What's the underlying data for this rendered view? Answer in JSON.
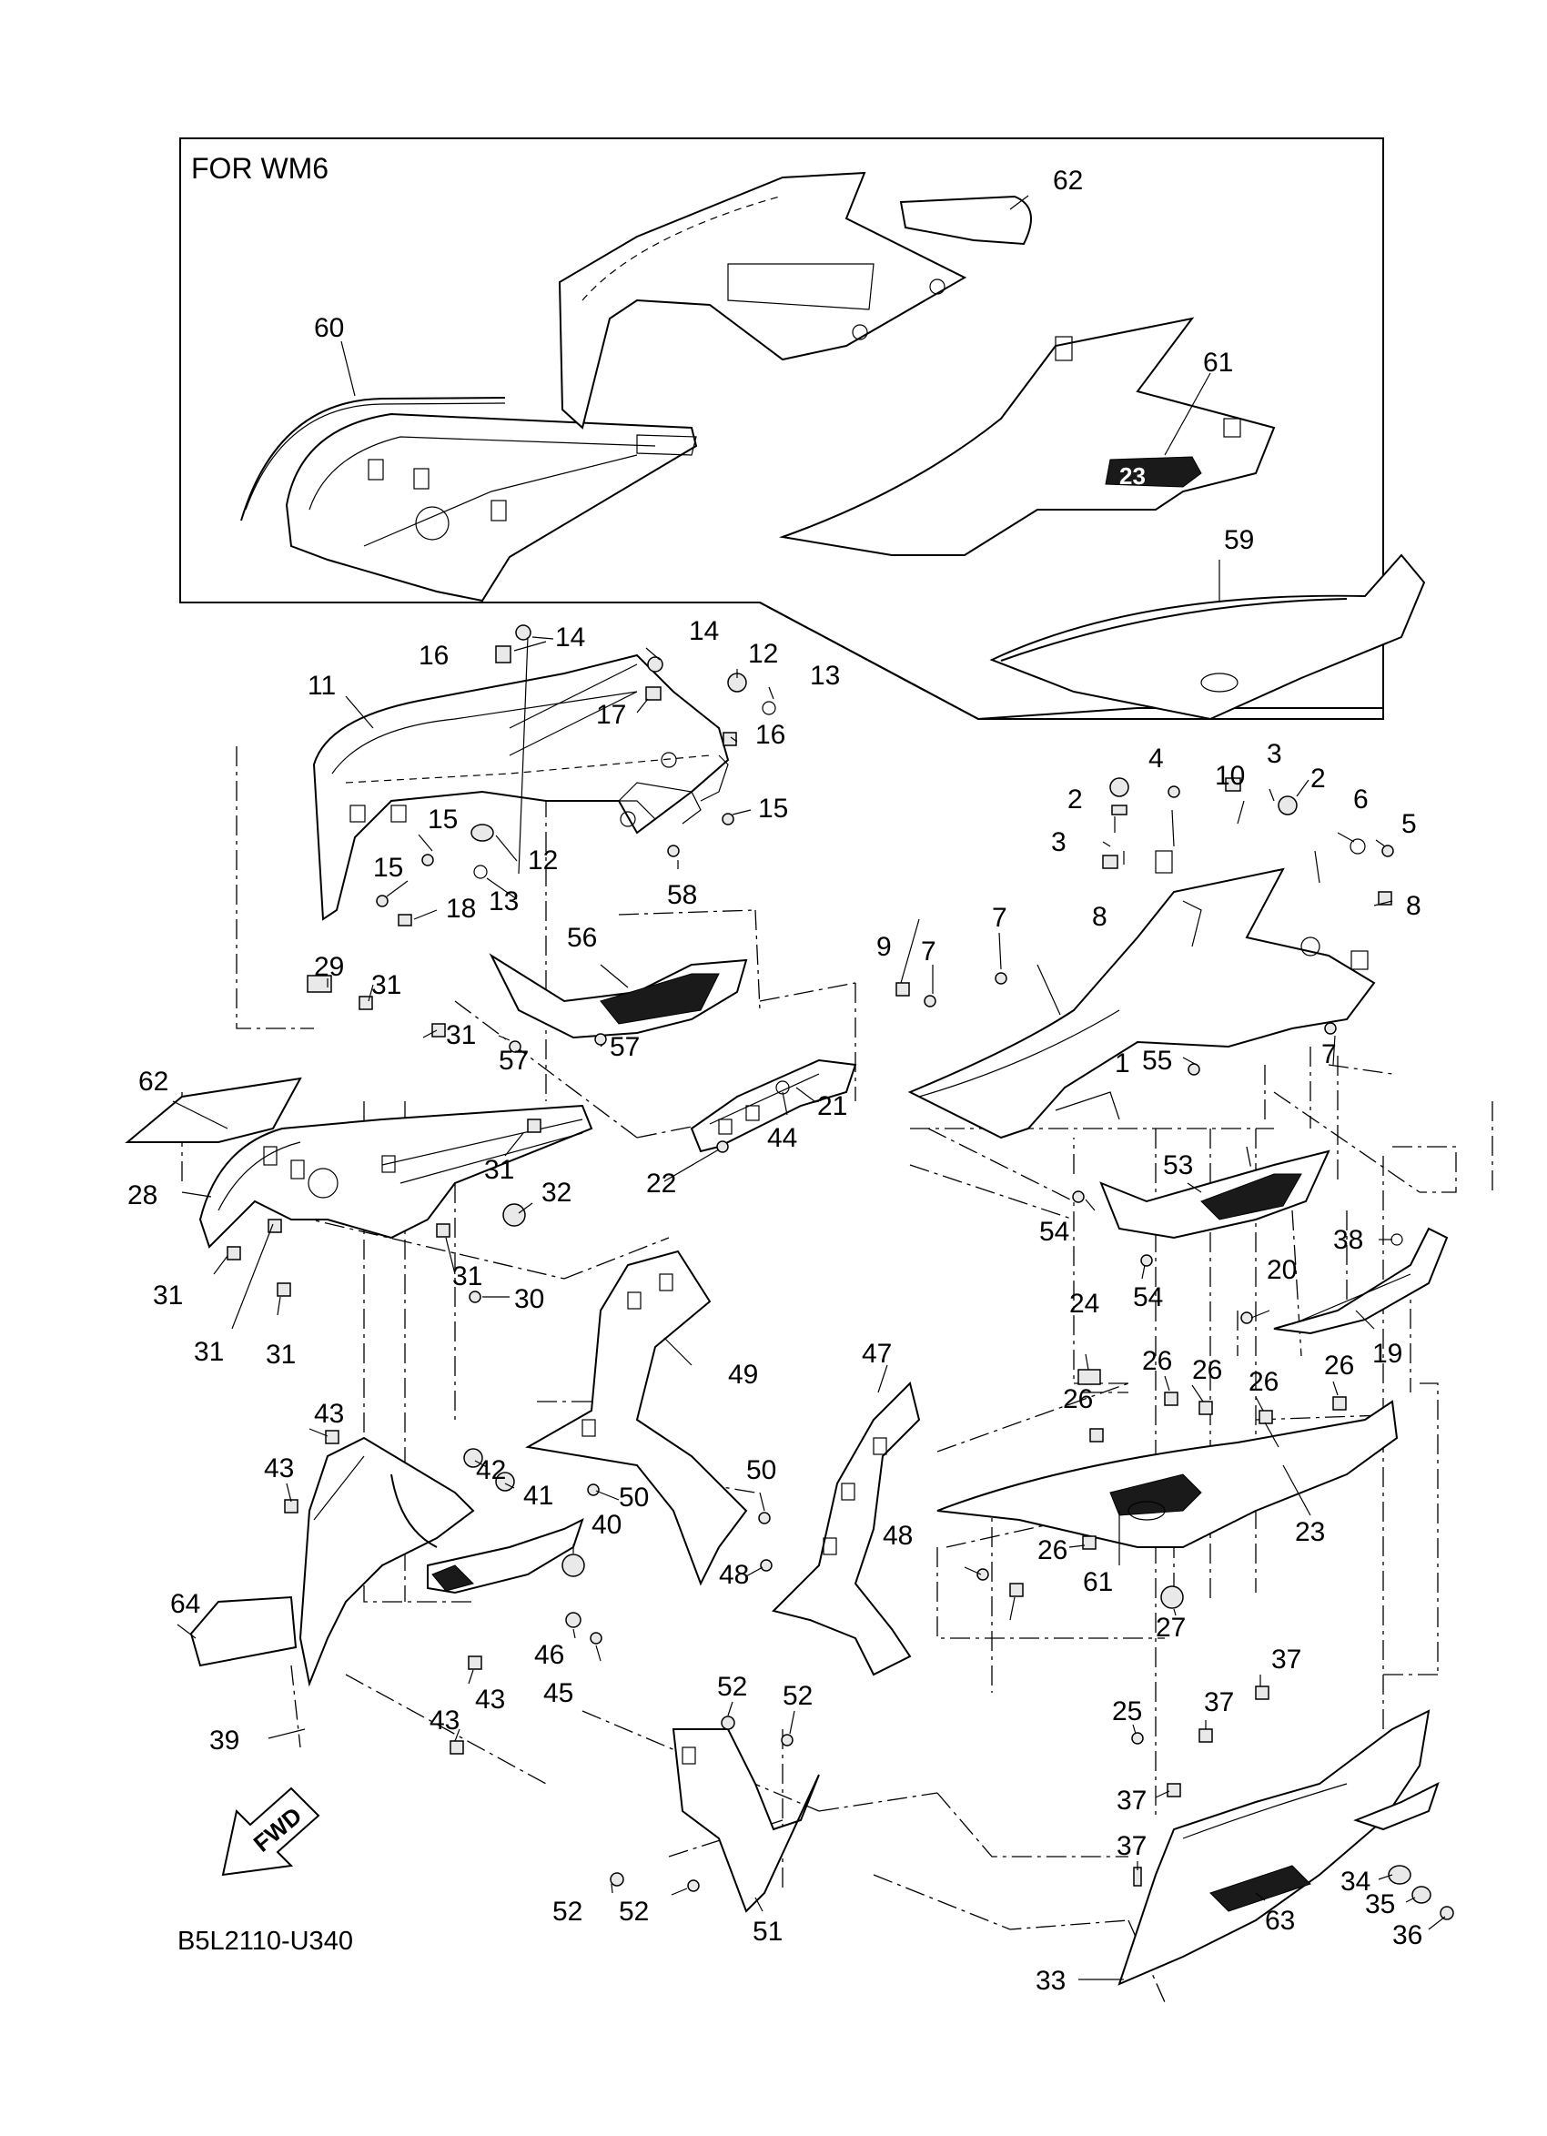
{
  "inset": {
    "title": "FOR WM6"
  },
  "diagram_code": "B5L2110-U340",
  "fwd_label": "FWD",
  "callouts": [
    {
      "id": "c62a",
      "text": "62"
    },
    {
      "id": "c60",
      "text": "60"
    },
    {
      "id": "c61a",
      "text": "61"
    },
    {
      "id": "c59",
      "text": "59"
    },
    {
      "id": "c14a",
      "text": "14"
    },
    {
      "id": "c14b",
      "text": "14"
    },
    {
      "id": "c16a",
      "text": "16"
    },
    {
      "id": "c12a",
      "text": "12"
    },
    {
      "id": "c13a",
      "text": "13"
    },
    {
      "id": "c11",
      "text": "11"
    },
    {
      "id": "c17",
      "text": "17"
    },
    {
      "id": "c16b",
      "text": "16"
    },
    {
      "id": "c15a",
      "text": "15"
    },
    {
      "id": "c15b",
      "text": "15"
    },
    {
      "id": "c15c",
      "text": "15"
    },
    {
      "id": "c12b",
      "text": "12"
    },
    {
      "id": "c13b",
      "text": "13"
    },
    {
      "id": "c58",
      "text": "58"
    },
    {
      "id": "c18",
      "text": "18"
    },
    {
      "id": "c3a",
      "text": "3"
    },
    {
      "id": "c2a",
      "text": "2"
    },
    {
      "id": "c4",
      "text": "4"
    },
    {
      "id": "c10",
      "text": "10"
    },
    {
      "id": "c2b",
      "text": "2"
    },
    {
      "id": "c6",
      "text": "6"
    },
    {
      "id": "c5",
      "text": "5"
    },
    {
      "id": "c3b",
      "text": "3"
    },
    {
      "id": "c8a",
      "text": "8"
    },
    {
      "id": "c8b",
      "text": "8"
    },
    {
      "id": "c9",
      "text": "9"
    },
    {
      "id": "c7a",
      "text": "7"
    },
    {
      "id": "c7b",
      "text": "7"
    },
    {
      "id": "c7c",
      "text": "7"
    },
    {
      "id": "c55",
      "text": "55"
    },
    {
      "id": "c1",
      "text": "1"
    },
    {
      "id": "c56",
      "text": "56"
    },
    {
      "id": "c29",
      "text": "29"
    },
    {
      "id": "c31a",
      "text": "31"
    },
    {
      "id": "c31b",
      "text": "31"
    },
    {
      "id": "c57a",
      "text": "57"
    },
    {
      "id": "c57b",
      "text": "57"
    },
    {
      "id": "c62b",
      "text": "62"
    },
    {
      "id": "c21",
      "text": "21"
    },
    {
      "id": "c44",
      "text": "44"
    },
    {
      "id": "c31c",
      "text": "31"
    },
    {
      "id": "c32",
      "text": "32"
    },
    {
      "id": "c22",
      "text": "22"
    },
    {
      "id": "c28",
      "text": "28"
    },
    {
      "id": "c31d",
      "text": "31"
    },
    {
      "id": "c31e",
      "text": "31"
    },
    {
      "id": "c30",
      "text": "30"
    },
    {
      "id": "c31f",
      "text": "31"
    },
    {
      "id": "c31g",
      "text": "31"
    },
    {
      "id": "c53",
      "text": "53"
    },
    {
      "id": "c54a",
      "text": "54"
    },
    {
      "id": "c54b",
      "text": "54"
    },
    {
      "id": "c38",
      "text": "38"
    },
    {
      "id": "c20",
      "text": "20"
    },
    {
      "id": "c19",
      "text": "19"
    },
    {
      "id": "c49",
      "text": "49"
    },
    {
      "id": "c47",
      "text": "47"
    },
    {
      "id": "c24",
      "text": "24"
    },
    {
      "id": "c26a",
      "text": "26"
    },
    {
      "id": "c26b",
      "text": "26"
    },
    {
      "id": "c26c",
      "text": "26"
    },
    {
      "id": "c26d",
      "text": "26"
    },
    {
      "id": "c26e",
      "text": "26"
    },
    {
      "id": "c26f",
      "text": "26"
    },
    {
      "id": "c43a",
      "text": "43"
    },
    {
      "id": "c43b",
      "text": "43"
    },
    {
      "id": "c42",
      "text": "42"
    },
    {
      "id": "c41",
      "text": "41"
    },
    {
      "id": "c40",
      "text": "40"
    },
    {
      "id": "c50a",
      "text": "50"
    },
    {
      "id": "c50b",
      "text": "50"
    },
    {
      "id": "c48a",
      "text": "48"
    },
    {
      "id": "c48b",
      "text": "48"
    },
    {
      "id": "c61b",
      "text": "61"
    },
    {
      "id": "c23",
      "text": "23"
    },
    {
      "id": "c27",
      "text": "27"
    },
    {
      "id": "c64",
      "text": "64"
    },
    {
      "id": "c46",
      "text": "46"
    },
    {
      "id": "c45",
      "text": "45"
    },
    {
      "id": "c43c",
      "text": "43"
    },
    {
      "id": "c43d",
      "text": "43"
    },
    {
      "id": "c39",
      "text": "39"
    },
    {
      "id": "c52a",
      "text": "52"
    },
    {
      "id": "c52b",
      "text": "52"
    },
    {
      "id": "c52c",
      "text": "52"
    },
    {
      "id": "c52d",
      "text": "52"
    },
    {
      "id": "c51",
      "text": "51"
    },
    {
      "id": "c25",
      "text": "25"
    },
    {
      "id": "c37a",
      "text": "37"
    },
    {
      "id": "c37b",
      "text": "37"
    },
    {
      "id": "c37c",
      "text": "37"
    },
    {
      "id": "c37d",
      "text": "37"
    },
    {
      "id": "c34",
      "text": "34"
    },
    {
      "id": "c35",
      "text": "35"
    },
    {
      "id": "c36",
      "text": "36"
    },
    {
      "id": "c63",
      "text": "63"
    },
    {
      "id": "c33",
      "text": "33"
    }
  ]
}
